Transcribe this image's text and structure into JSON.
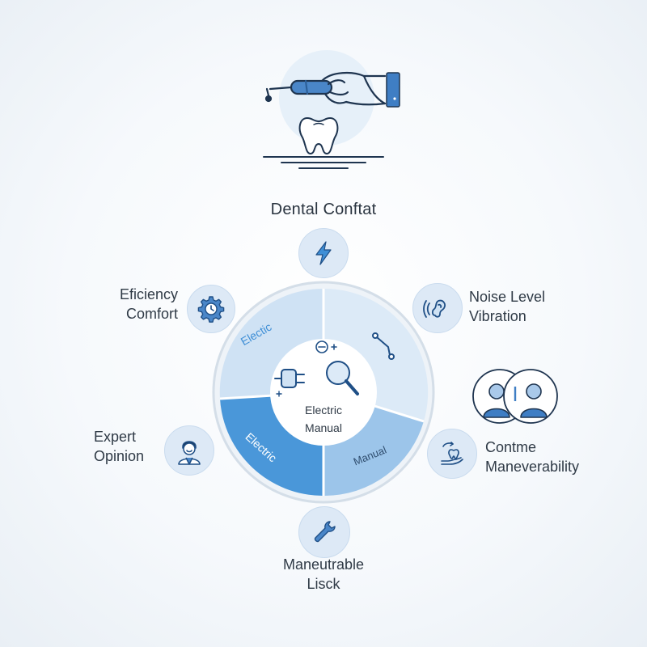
{
  "title": "Dental Conftat",
  "ring": {
    "segments": [
      "Electic",
      "Electric",
      "Manual"
    ],
    "center_lines": [
      "Electric",
      "Manual"
    ]
  },
  "features": {
    "top_icon": "lightning-icon",
    "efficiency": {
      "lines": [
        "Eficiency",
        "Comfort"
      ],
      "icon": "gear-icon"
    },
    "noise": {
      "lines": [
        "Noise Level",
        "Vibration"
      ],
      "icon": "ear-icon"
    },
    "experts_icon": "two-people-icon",
    "contme": {
      "lines": [
        "Contme",
        "Maneverability"
      ],
      "icon": "hand-tooth-icon"
    },
    "expert": {
      "lines": [
        "Expert",
        "Opinion"
      ],
      "icon": "doctor-icon"
    },
    "maneutrable": {
      "lines": [
        "Maneutrable",
        "Lisck"
      ],
      "icon": "wrench-icon"
    }
  },
  "colors": {
    "accent": "#3f8fd6",
    "light_segment": "#cfe2f4",
    "dark_segment": "#4a97d9",
    "mid_segment": "#9cc5ea",
    "icon_bg": "#dde9f6",
    "stroke": "#1f4f86"
  }
}
